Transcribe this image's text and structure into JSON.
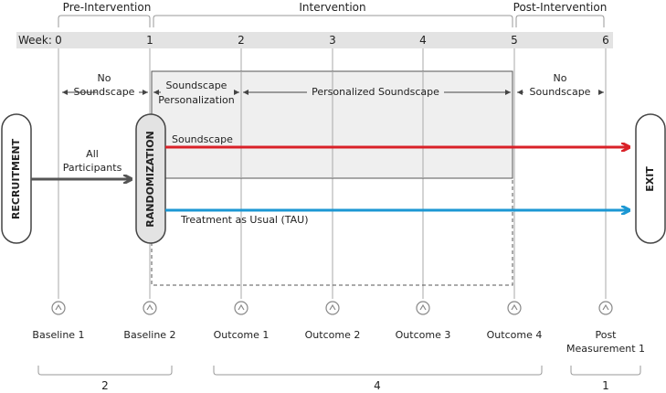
{
  "phases": [
    {
      "label": "Pre-Intervention"
    },
    {
      "label": "Intervention"
    },
    {
      "label": "Post-Intervention"
    }
  ],
  "week_bar": {
    "label": "Week:",
    "weeks": [
      "0",
      "1",
      "2",
      "3",
      "4",
      "5",
      "6"
    ]
  },
  "conditions": {
    "no_soundscape_pre": [
      "No",
      "Soundscape"
    ],
    "soundscape_personalization": [
      "Soundscape",
      "Personalization"
    ],
    "personalized_soundscape": "Personalized Soundscape",
    "no_soundscape_post": [
      "No",
      "Soundscape"
    ]
  },
  "recruitment": "RECRUITMENT",
  "all_participants": [
    "All",
    "Participants"
  ],
  "randomization": "RANDOMIZATION",
  "exit": "EXIT",
  "arms": {
    "soundscape": "Soundscape",
    "tau": "Treatment as Usual (TAU)"
  },
  "measurements": [
    {
      "label": [
        "Baseline 1"
      ]
    },
    {
      "label": [
        "Baseline 2"
      ]
    },
    {
      "label": [
        "Outcome 1"
      ]
    },
    {
      "label": [
        "Outcome 2"
      ]
    },
    {
      "label": [
        "Outcome 3"
      ]
    },
    {
      "label": [
        "Outcome 4"
      ]
    },
    {
      "label": [
        "Post",
        "Measurement 1"
      ]
    }
  ],
  "groups": [
    {
      "count": "2"
    },
    {
      "count": "4"
    },
    {
      "count": "1"
    }
  ],
  "colors": {
    "soundscape_arrow": "#d92128",
    "tau_arrow": "#1b97d3",
    "participant_arrow": "#555555",
    "week_bar": "#e3e3e3",
    "intervention_box": "#efefef"
  }
}
